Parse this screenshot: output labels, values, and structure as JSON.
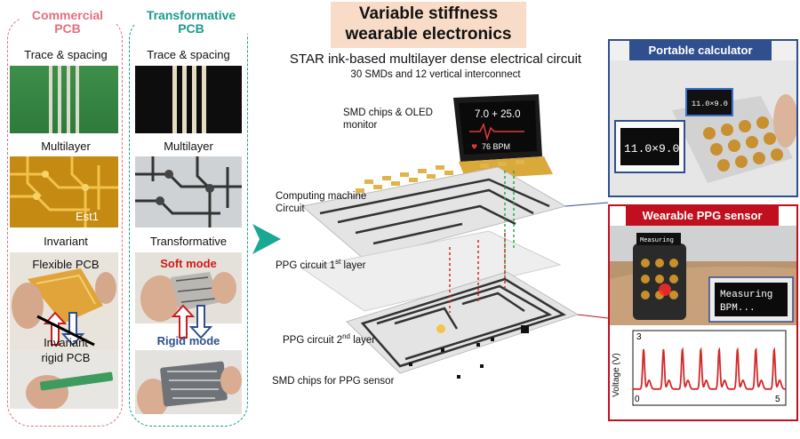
{
  "commercial": {
    "title_line1": "Commercial",
    "title_line2": "PCB",
    "trace_label": "Trace & spacing",
    "multilayer_label": "Multilayer",
    "invariant_label": "Invariant",
    "flexible_label": "Flexible PCB",
    "invariant2_label": "Invariant",
    "rigid_label": "rigid PCB",
    "est_text": "Est1"
  },
  "transformative": {
    "title_line1": "Transformative",
    "title_line2": "PCB",
    "trace_label": "Trace & spacing",
    "multilayer_label": "Multilayer",
    "transformative_label": "Transformative",
    "soft_mode": "Soft mode",
    "rigid_mode": "Rigid mode"
  },
  "center": {
    "header_line1": "Variable stiffness",
    "header_line2": "wearable electronics",
    "subtitle": "STAR ink-based multilayer dense electrical circuit",
    "subsubtitle": "30 SMDs and 12 vertical interconnect",
    "oled_expr": "7.0 + 25.0",
    "oled_bpm": "76 BPM",
    "labels": {
      "smd_oled_line1": "SMD chips & OLED",
      "smd_oled_line2": "monitor",
      "computing_line1": "Computing machine",
      "computing_line2": "Circuit",
      "ppg1_pre": "PPG circuit 1",
      "ppg1_sup": "st",
      "ppg1_post": " layer",
      "ppg2_pre": "PPG circuit 2",
      "ppg2_sup": "nd",
      "ppg2_post": " layer",
      "smd_ppg": "SMD chips for PPG sensor"
    }
  },
  "calculator": {
    "title": "Portable calculator",
    "display_big": "11.0×9.0",
    "display_small": "11.0×9.0"
  },
  "ppg": {
    "title": "Wearable PPG sensor",
    "screen_line1": "Measuring",
    "screen_line2": "BPM...",
    "watch_screen": "Measuring",
    "y_label": "Voltage (V)",
    "y_max": "3",
    "x_min": "0",
    "x_max": "5"
  },
  "colors": {
    "commercial": "#e36f7f",
    "transformative": "#1a9a8a",
    "header_bg": "#f8dcc8",
    "calc_blue": "#2f4f8f",
    "ppg_red": "#c0101e",
    "arrow_teal": "#1aa892",
    "signal_red": "#d22a2a"
  },
  "chart_data": {
    "type": "line",
    "title": "",
    "xlabel": "",
    "ylabel": "Voltage (V)",
    "xlim": [
      0,
      5
    ],
    "ylim": [
      0,
      3
    ],
    "grid": false,
    "peaks": [
      0.35,
      1.0,
      1.62,
      2.22,
      2.82,
      3.42,
      4.02,
      4.62
    ],
    "baseline": 0.65,
    "peak_value": 2.25
  }
}
